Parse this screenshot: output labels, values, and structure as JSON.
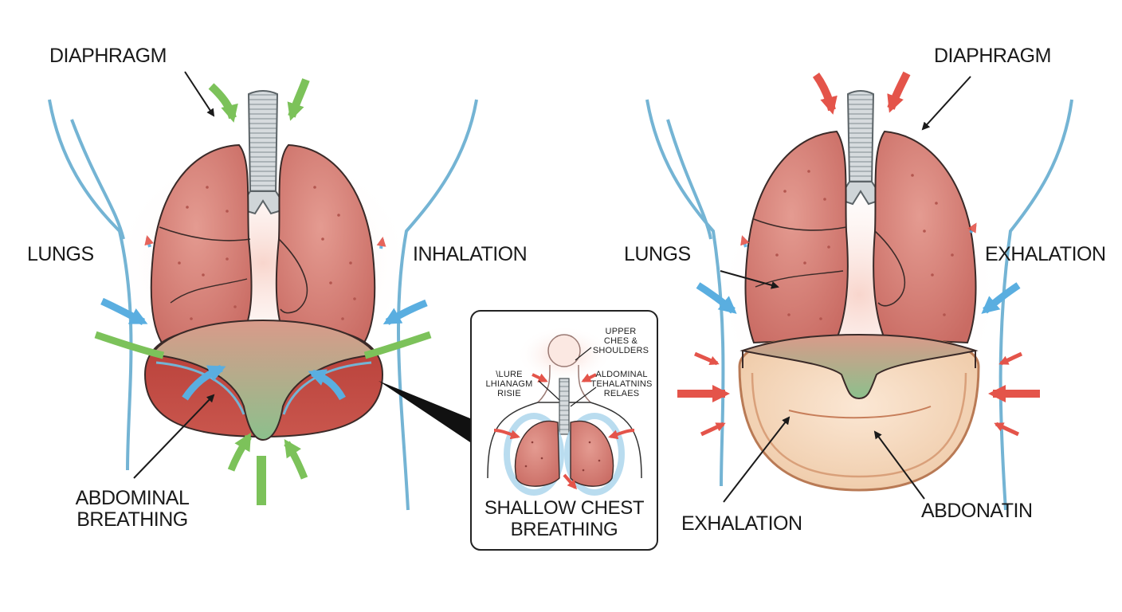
{
  "left_panel": {
    "diaphragm_label": "DIAPHRAGM",
    "lungs_label": "LUNGS",
    "inhalation_label": "INHALATION",
    "abdominal_label_line1": "ABDOMINAL",
    "abdominal_label_line2": "BREATHING"
  },
  "inset": {
    "upper_label_line1": "UPPER",
    "upper_label_line2": "CHES &",
    "upper_label_line3": "SHOULDERS",
    "left_label_line1": "\\LURE",
    "left_label_line2": "LHIANAGM",
    "left_label_line3": "RISIE",
    "right_label_line1": "ALDOMINAL",
    "right_label_line2": "TEHALATNINS",
    "right_label_line3": "RELAES",
    "title_line1": "SHALLOW CHEST",
    "title_line2": "BREATHING"
  },
  "right_panel": {
    "diaphragm_label": "DIAPHRAGM",
    "lungs_label": "LUNGS",
    "exhalation_label_top": "EXHALATION",
    "exhalation_label_bottom": "EXHALATION",
    "abdomen_label": "ABDONATIN"
  },
  "colors": {
    "inhale_arrow": "#7cc25a",
    "exhale_arrow": "#e4544a",
    "body_outline": "#74b4d4",
    "side_arrow": "#5aaee0",
    "lung_fill": "#d9837a",
    "trachea": "#c9cfd3",
    "diaphragm_green": "#88c089",
    "abdomen_red": "#c0463f",
    "abdomen_cream": "#f6dcc4"
  }
}
